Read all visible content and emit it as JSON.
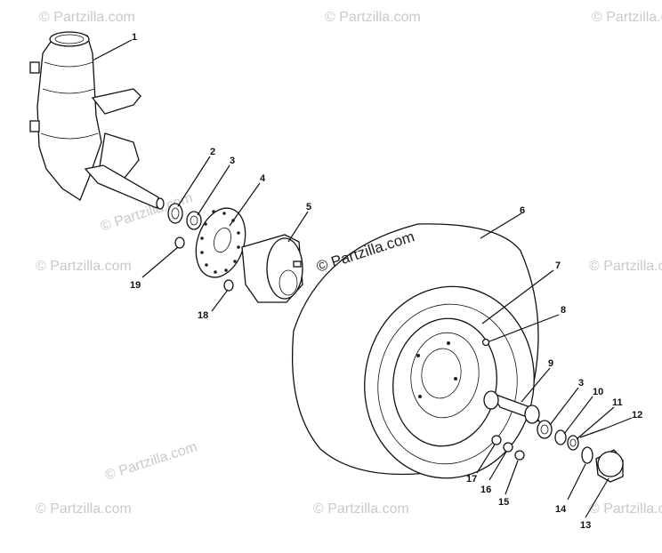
{
  "diagram": {
    "watermark_center": "© Partzilla.com",
    "watermark_tile": "© Partzilla.com",
    "callouts": [
      "1",
      "2",
      "3",
      "4",
      "5",
      "6",
      "7",
      "8",
      "9",
      "3",
      "10",
      "11",
      "12",
      "14",
      "13",
      "17",
      "16",
      "15",
      "18",
      "19"
    ]
  }
}
